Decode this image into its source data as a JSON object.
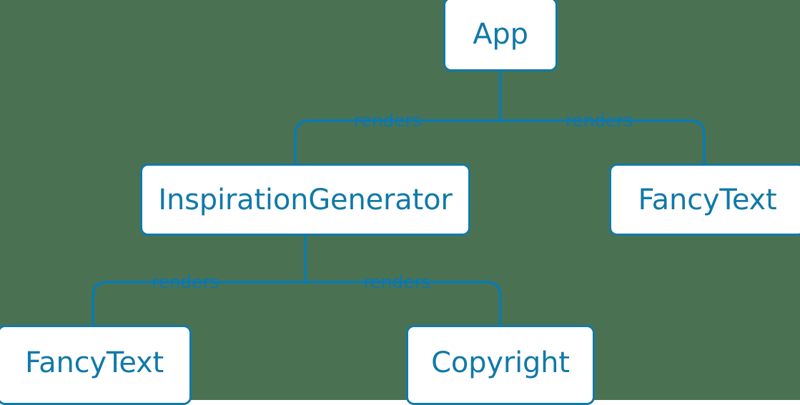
{
  "diagram": {
    "type": "component-tree",
    "background_color": "#4a7252",
    "accent_color": "#1179a8",
    "nodes": [
      {
        "id": "app",
        "label": "App"
      },
      {
        "id": "inspiration-generator",
        "label": "InspirationGenerator"
      },
      {
        "id": "fancytext-right",
        "label": "FancyText"
      },
      {
        "id": "fancytext-bottom",
        "label": "FancyText"
      },
      {
        "id": "copyright",
        "label": "Copyright"
      }
    ],
    "edges": [
      {
        "from": "app",
        "to": "inspiration-generator",
        "label": "renders"
      },
      {
        "from": "app",
        "to": "fancytext-right",
        "label": "renders"
      },
      {
        "from": "inspiration-generator",
        "to": "fancytext-bottom",
        "label": "renders"
      },
      {
        "from": "inspiration-generator",
        "to": "copyright",
        "label": "renders"
      }
    ]
  }
}
